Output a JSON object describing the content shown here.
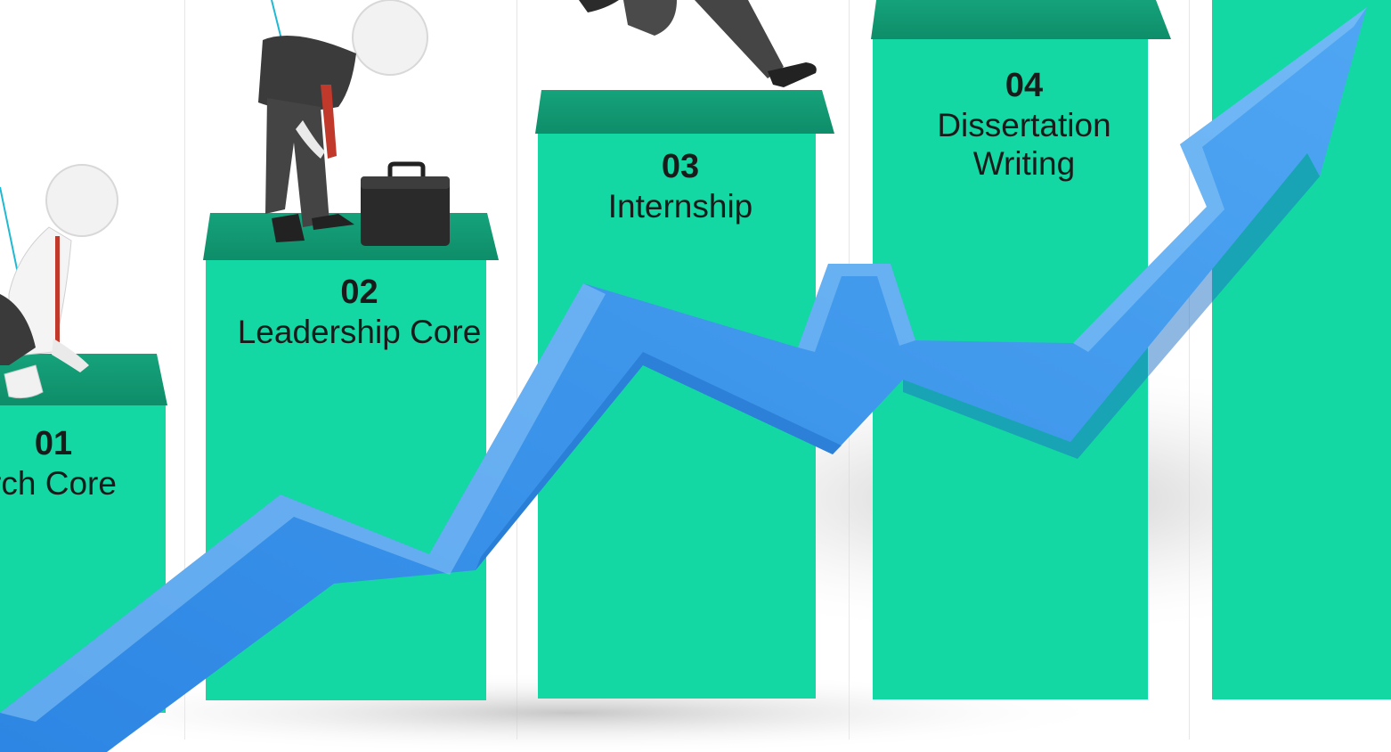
{
  "colors": {
    "bar_front": "#13D8A3",
    "bar_top": "#0F9C74",
    "arrow": "#3A95EC",
    "background": "#ffffff"
  },
  "stages": [
    {
      "number": "01",
      "name": "rch Core"
    },
    {
      "number": "02",
      "name": "Leadership Core"
    },
    {
      "number": "03",
      "name": "Internship"
    },
    {
      "number": "04",
      "name": "Dissertation Writing",
      "name_line1": "Dissertation",
      "name_line2": "Writing"
    }
  ],
  "icons": [
    "businessman-crouching-icon",
    "businessman-tired-icon",
    "briefcase-icon",
    "businessman-jumping-icon",
    "growth-arrow-icon"
  ]
}
